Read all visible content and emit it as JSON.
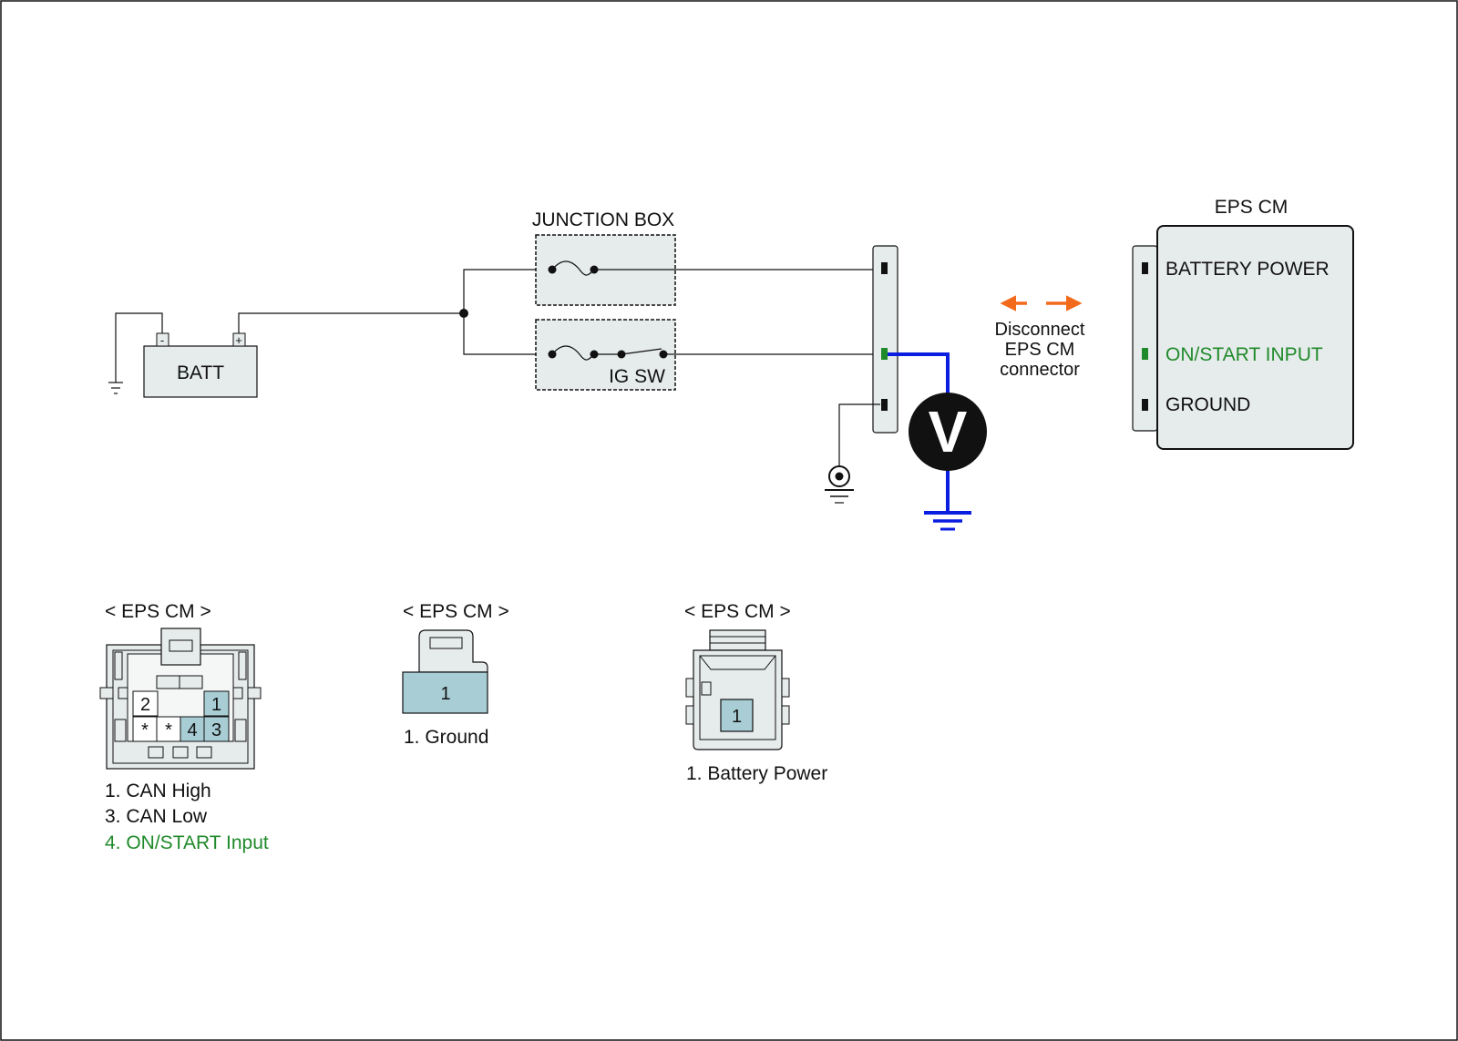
{
  "colors": {
    "stroke": "#111111",
    "box_fill": "#e6ebeb",
    "pin_fill": "#a8cdd5",
    "accent_green": "#1f8a2a",
    "probe_blue": "#0a1ee0",
    "arrow_orange": "#f26a1b"
  },
  "circuit": {
    "battery_label": "BATT",
    "battery_neg": "-",
    "battery_pos": "+",
    "junction_box_label": "JUNCTION BOX",
    "ig_sw_label": "IG SW",
    "voltmeter_label": "V"
  },
  "disconnect": {
    "line1": "Disconnect",
    "line2": "EPS CM",
    "line3": "connector"
  },
  "eps_cm": {
    "title": "EPS CM",
    "pins": [
      {
        "label": "BATTERY POWER",
        "color": "#111111"
      },
      {
        "label": "ON/START INPUT",
        "color": "#1f8a2a"
      },
      {
        "label": "GROUND",
        "color": "#111111"
      }
    ]
  },
  "connectors": [
    {
      "title": "< EPS CM >",
      "cells": [
        "2",
        "1",
        "*",
        "*",
        "4",
        "3"
      ],
      "legend": [
        {
          "text": "1. CAN High",
          "color": "#111111"
        },
        {
          "text": "3. CAN Low",
          "color": "#111111"
        },
        {
          "text": "4. ON/START Input",
          "color": "#1f8a2a"
        }
      ]
    },
    {
      "title": "< EPS CM >",
      "cells": [
        "1"
      ],
      "legend": [
        {
          "text": "1. Ground",
          "color": "#111111"
        }
      ]
    },
    {
      "title": "< EPS CM >",
      "cells": [
        "1"
      ],
      "legend": [
        {
          "text": "1. Battery Power",
          "color": "#111111"
        }
      ]
    }
  ]
}
